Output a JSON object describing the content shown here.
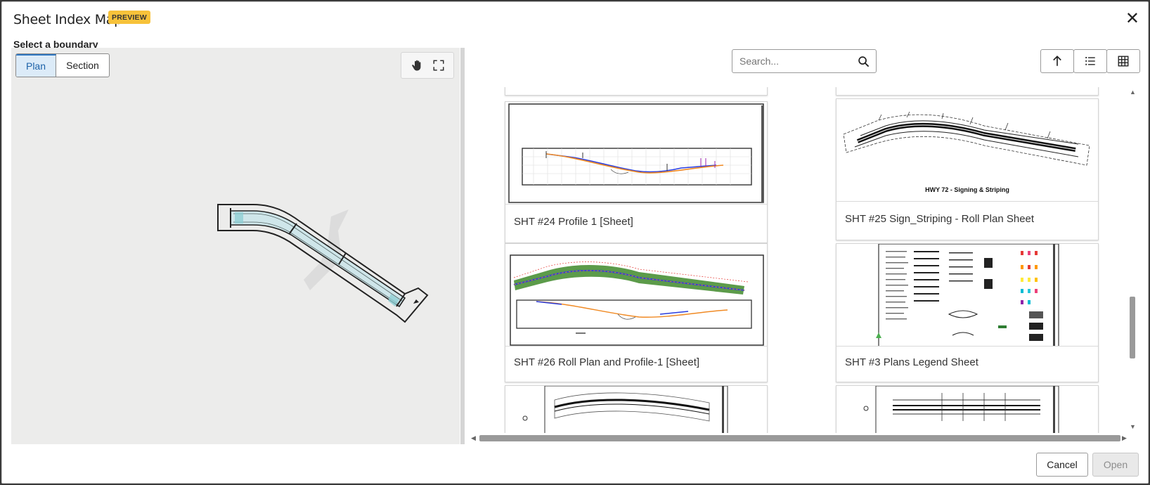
{
  "dialog": {
    "title": "Sheet Index Map",
    "badge": "PREVIEW",
    "close_icon": "close-icon",
    "subtitle": "Select a boundary"
  },
  "map": {
    "tabs": [
      {
        "label": "Plan",
        "selected": true
      },
      {
        "label": "Section",
        "selected": false
      }
    ],
    "tools": [
      "pan-hand-icon",
      "fit-extent-icon"
    ]
  },
  "toolbar": {
    "search_placeholder": "Search...",
    "buttons": [
      "sort-up-icon",
      "list-view-icon",
      "grid-view-icon"
    ]
  },
  "sheets": [
    {
      "label": "SHT #24 Profile 1 [Sheet]"
    },
    {
      "label": "SHT #25 Sign_Striping - Roll Plan Sheet",
      "thumb_caption": "HWY 72 - Signing & Striping"
    },
    {
      "label": "SHT #26 Roll Plan and Profile-1 [Sheet]"
    },
    {
      "label": "SHT #3 Plans Legend Sheet"
    }
  ],
  "footer": {
    "cancel": "Cancel",
    "open": "Open"
  },
  "colors": {
    "accent": "#2f77c2",
    "badge": "#f7c23a",
    "road_fill": "#cfe6ea",
    "profile_orange": "#f08a24",
    "profile_blue": "#2a3ee0"
  }
}
